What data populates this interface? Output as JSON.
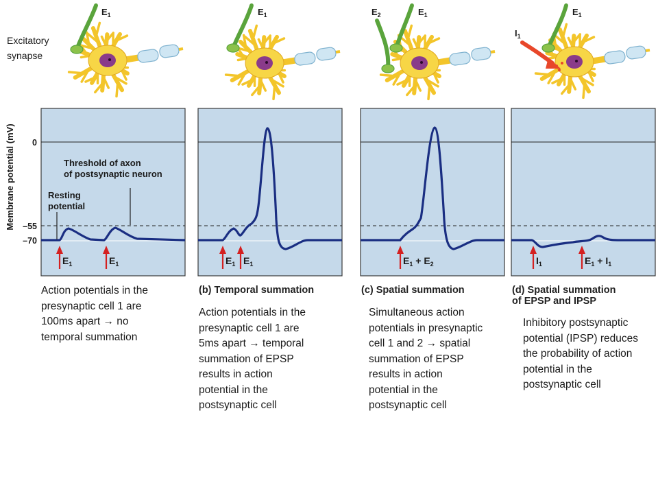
{
  "synapse_note": "Excitatory\nsynapse",
  "y_axis": {
    "title": "Membrane potential (mV)",
    "ticks": [
      {
        "label": "0",
        "value": 0
      },
      {
        "label": "–55",
        "value": -55
      },
      {
        "label": "–70",
        "value": -70
      }
    ]
  },
  "threshold_value": -55,
  "resting_value": -70,
  "annotations": {
    "threshold": "Threshold of axon\nof postsynaptic neuron",
    "resting": "Resting\npotential"
  },
  "panels": [
    {
      "label": "",
      "neuron_labels": [
        {
          "main": "E",
          "sub": "1"
        }
      ],
      "stim_labels": [
        {
          "main": "E",
          "sub": "1"
        },
        {
          "main": "E",
          "sub": "1"
        }
      ],
      "caption": "Action potentials in the\npresynaptic cell 1 are\n100ms apart → no\ntemporal summation"
    },
    {
      "label": "(b) Temporal summation",
      "neuron_labels": [
        {
          "main": "E",
          "sub": "1"
        }
      ],
      "stim_labels": [
        {
          "main": "E",
          "sub": "1"
        },
        {
          "main": "E",
          "sub": "1"
        }
      ],
      "caption": "Action potentials in the\npresynaptic cell 1 are\n5ms apart → temporal\nsummation of EPSP\nresults in action\npotential in the\npostsynaptic cell"
    },
    {
      "label": "(c) Spatial summation",
      "neuron_labels": [
        {
          "main": "E",
          "sub": "2"
        },
        {
          "main": "E",
          "sub": "1"
        }
      ],
      "stim_labels": [
        {
          "main": "E",
          "sub": "1",
          "plus": "+ E",
          "sub2": "2"
        }
      ],
      "caption": "Simultaneous action\npotentials in presynaptic\ncell 1 and 2 → spatial\nsummation of EPSP\nresults in action\npotential in the\npostsynaptic cell"
    },
    {
      "label": "(d) Spatial summation\n     of EPSP and IPSP",
      "neuron_labels": [
        {
          "main": "I",
          "sub": "1"
        },
        {
          "main": "E",
          "sub": "1"
        }
      ],
      "stim_labels": [
        {
          "main": "I",
          "sub": "1"
        },
        {
          "main": "E",
          "sub": "1",
          "plus": "+ I",
          "sub2": "1"
        }
      ],
      "caption": "Inhibitory postsynaptic\npotential (IPSP) reduces\nthe probability of action\npotential in the\npostsynaptic cell"
    }
  ],
  "colors": {
    "plot_bg": "#c5d9ea",
    "trace": "#1a2e82",
    "stimulus_arrow": "#d42020",
    "dendrite": "#f3c52a",
    "soma": "#f7d646",
    "nucleus": "#8a3b8a",
    "axon_terminal": "#5aa43c",
    "myelin": "#cfe6f3",
    "inhibitory": "#e8472a"
  }
}
